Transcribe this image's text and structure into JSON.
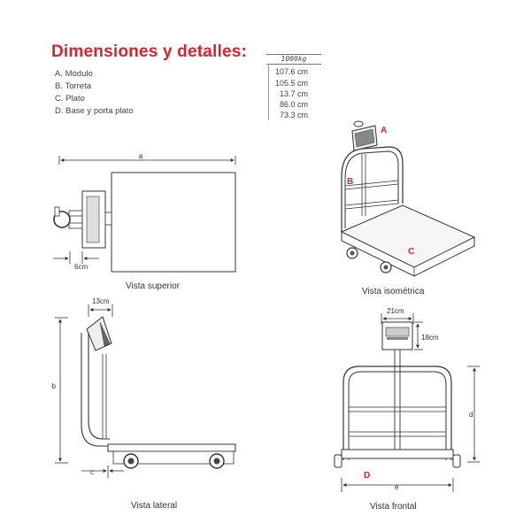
{
  "title": "Dimensiones y detalles:",
  "parts": [
    {
      "text": "A. Módulo"
    },
    {
      "text": "B. Torreta"
    },
    {
      "text": "C. Plato"
    },
    {
      "text": "D. Base y porta plato"
    }
  ],
  "capacity": "1000kg",
  "measurements": [
    "107.6 cm",
    "105.5 cm",
    "13.7 cm",
    "86.0 cm",
    "73.3 cm"
  ],
  "views": {
    "top": {
      "label": "Vista superior",
      "dim_a": "a",
      "dim_offset": "6cm"
    },
    "iso": {
      "label": "Vista isométrica",
      "marker_a": "A",
      "marker_b": "B",
      "marker_c": "C"
    },
    "side": {
      "label": "Vista lateral",
      "dim_b": "b",
      "dim_c": "c",
      "dim_module": "13cm"
    },
    "front": {
      "label": "Vista frontal",
      "dim_d": "d",
      "dim_e": "e",
      "dim_width": "21cm",
      "dim_height": "18cm",
      "marker_d": "D"
    }
  },
  "colors": {
    "accent": "#d3272b",
    "line": "#333333"
  }
}
